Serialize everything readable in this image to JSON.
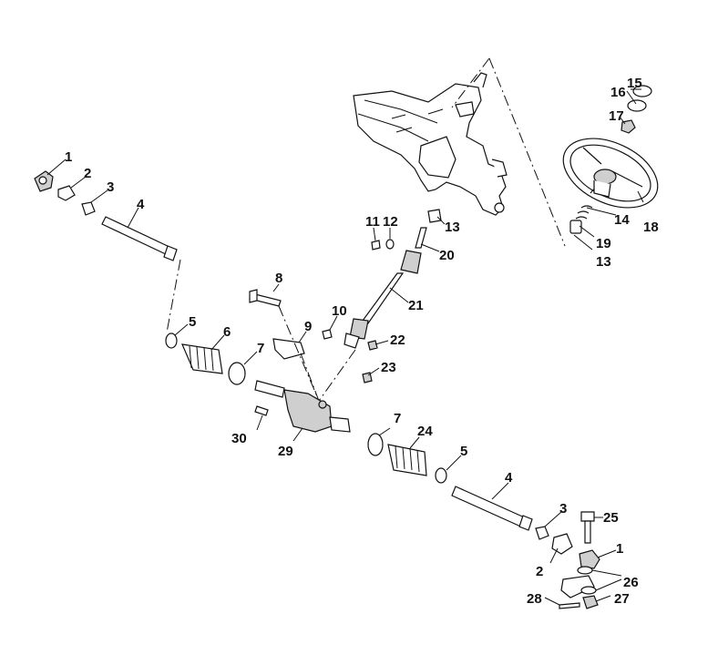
{
  "callouts": {
    "c1a": "1",
    "c2a": "2",
    "c3a": "3",
    "c4a": "4",
    "c5a": "5",
    "c6": "6",
    "c7a": "7",
    "c8": "8",
    "c9": "9",
    "c10": "10",
    "c11": "11",
    "c12": "12",
    "c13a": "13",
    "c13b": "13",
    "c14": "14",
    "c15": "15",
    "c16": "16",
    "c17": "17",
    "c18": "18",
    "c19": "19",
    "c20": "20",
    "c21": "21",
    "c22": "22",
    "c23": "23",
    "c7b": "7",
    "c24": "24",
    "c5b": "5",
    "c30": "30",
    "c29": "29",
    "c4b": "4",
    "c3b": "3",
    "c25": "25",
    "c2b": "2",
    "c1b": "1",
    "c26": "26",
    "c27": "27",
    "c28": "28"
  }
}
